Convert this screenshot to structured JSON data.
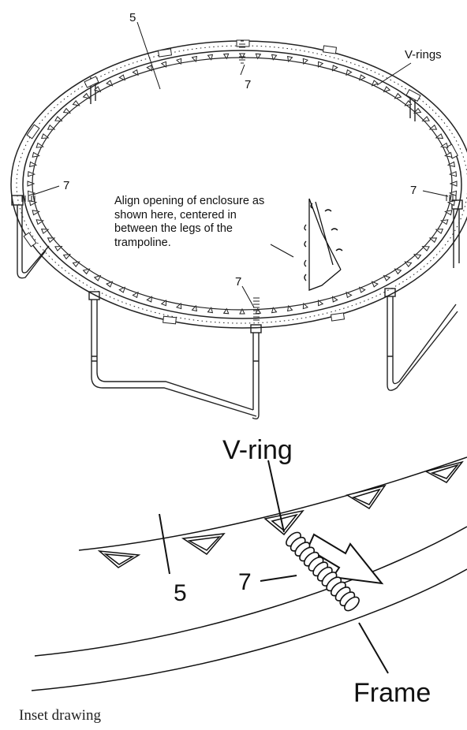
{
  "labels": {
    "top_mat": "5",
    "top_vrings": "V-rings",
    "spring_top": "7",
    "spring_left": "7",
    "spring_right": "7",
    "spring_bottom": "7",
    "align_note": "Align opening of enclosure as shown here, centered in between the legs of the trampoline.",
    "inset_vring": "V-ring",
    "inset_mat": "5",
    "inset_spring": "7",
    "inset_frame": "Frame",
    "inset_caption": "Inset drawing"
  }
}
